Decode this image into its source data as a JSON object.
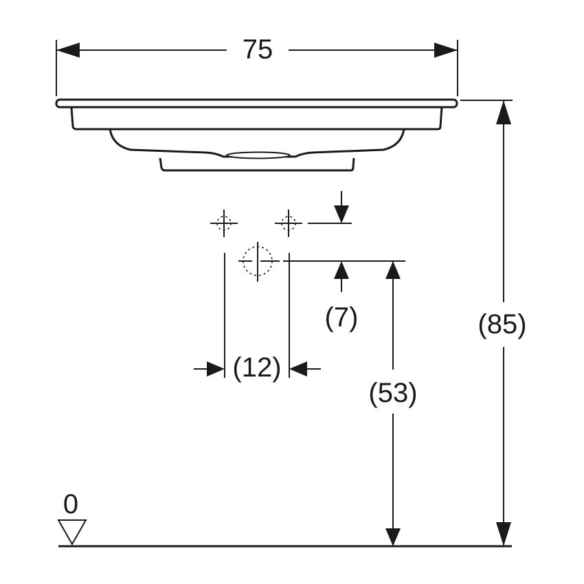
{
  "dimensions": {
    "width": "75",
    "height_total": "(85)",
    "drain_height": "(53)",
    "tap_offset": "(7)",
    "drain_spacing": "(12)",
    "floor_level": "0"
  },
  "colors": {
    "line": "#1a1a1a",
    "background": "#ffffff"
  }
}
